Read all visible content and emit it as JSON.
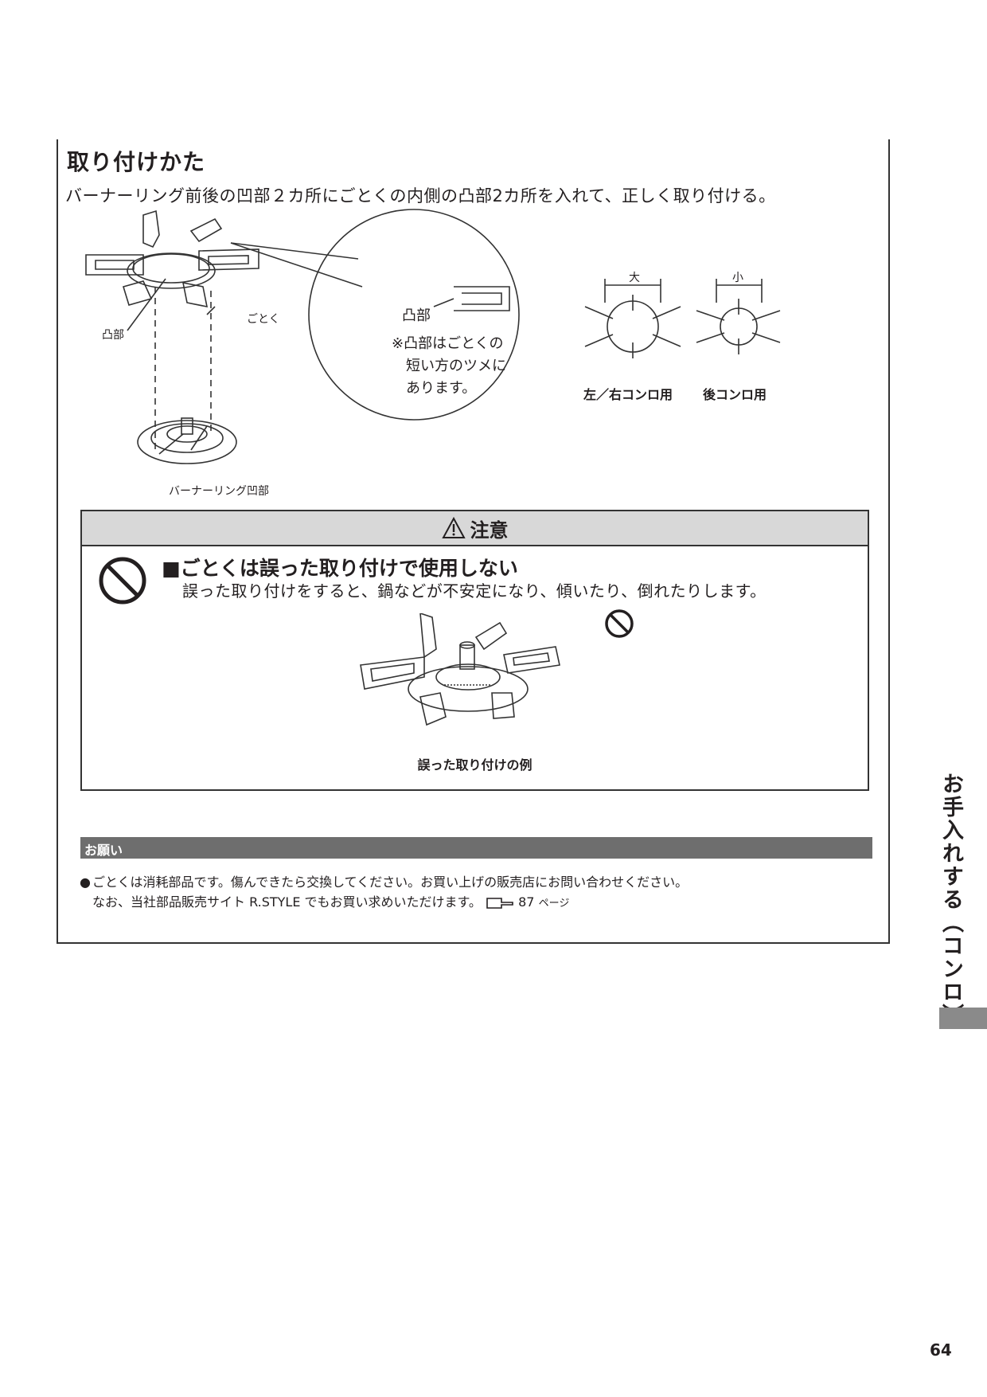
{
  "section": {
    "title": "取り付けかた",
    "intro": "バーナーリング前後の凹部２カ所にごとくの内側の凸部2カ所を入れて、正しく取り付ける。"
  },
  "figure_main": {
    "label_convex": "凸部",
    "label_gotoku": "ごとく",
    "label_burner_recess": "バーナーリング凹部",
    "zoom_label": "凸部",
    "zoom_note_1": "※凸部はごとくの",
    "zoom_note_2": "短い方のツメに",
    "zoom_note_3": "あります。"
  },
  "size_compare": {
    "large_label": "大",
    "small_label": "小",
    "large_caption": "左／右コンロ用",
    "small_caption": "後コンロ用"
  },
  "caution": {
    "title": "注意",
    "heading": "■ごとくは誤った取り付けで使用しない",
    "body": "誤った取り付けをすると、鍋などが不安定になり、傾いたり、倒れたりします。",
    "caption": "誤った取り付けの例",
    "icons": [
      "warning-triangle-icon",
      "prohibition-icon"
    ]
  },
  "request": {
    "label": "お願い",
    "line1": "ごとくは消耗部品です。傷んできたら交換してください。お買い上げの販売店にお問い合わせください。",
    "line2": "なお、当社部品販売サイト R.STYLE でもお買い求めいただけます。",
    "ref_page": "87",
    "ref_suffix": "ページ"
  },
  "side_tab": "お手入れする（コンロ）",
  "page_number": "64"
}
